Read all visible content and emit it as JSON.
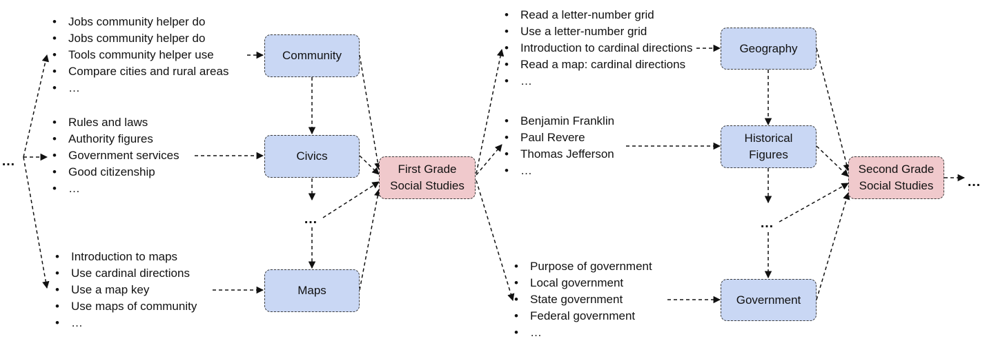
{
  "nodes": {
    "community": "Community",
    "civics": "Civics",
    "maps": "Maps",
    "first_grade": "First Grade\nSocial Studies",
    "geography": "Geography",
    "historical_figures": "Historical\nFigures",
    "government": "Government",
    "second_grade": "Second Grade\nSocial Studies"
  },
  "lists": {
    "community": [
      "Jobs community helper do",
      "Jobs community helper do",
      "Tools community helper use",
      "Compare cities and rural areas",
      "…"
    ],
    "civics": [
      "Rules and laws",
      "Authority figures",
      "Government services",
      "Good citizenship",
      "…"
    ],
    "maps": [
      "Introduction to maps",
      "Use cardinal directions",
      "Use a map key",
      "Use maps of community",
      "…"
    ],
    "geography": [
      "Read a letter-number grid",
      "Use a letter-number grid",
      "Introduction to cardinal directions",
      "Read a map: cardinal directions",
      "…"
    ],
    "historical_figures": [
      "Benjamin Franklin",
      "Paul Revere",
      "Thomas Jefferson",
      "…"
    ],
    "government": [
      "Purpose of government",
      "Local government",
      "State government",
      "Federal government",
      "…"
    ]
  },
  "ellipses": {
    "left": "…",
    "first_middle": "…",
    "second_middle": "…",
    "right": "…"
  }
}
